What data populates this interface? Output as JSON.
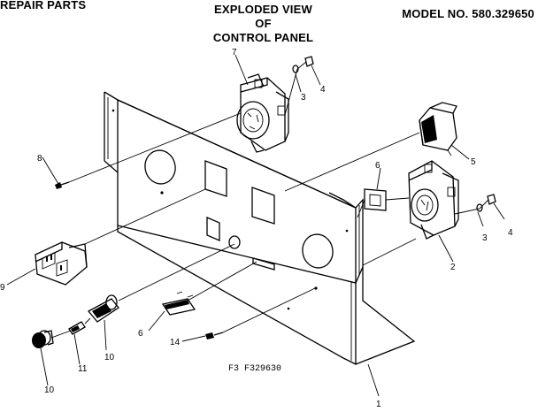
{
  "header": {
    "left": "REPAIR PARTS",
    "center": [
      "EXPLODED VIEW",
      "OF",
      "CONTROL PANEL"
    ],
    "right": "MODEL NO. 580.329650"
  },
  "callouts": [
    "1",
    "2",
    "3",
    "4",
    "3",
    "4",
    "5",
    "6",
    "6",
    "7",
    "8",
    "9",
    "10",
    "10",
    "11",
    "14"
  ],
  "caption": "F3 F329630"
}
